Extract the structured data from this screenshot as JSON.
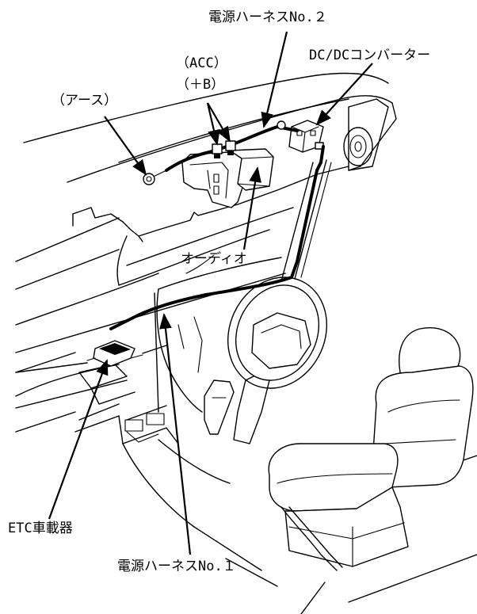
{
  "labels": {
    "harness_no2": "電源ハーネスNo.２",
    "acc": "（ACC）",
    "plus_b": "（＋B）",
    "ground": "（アース）",
    "dcdc": "DC/DCコンバーター",
    "audio": "オーディオ",
    "etc_unit": "ETC車載器",
    "harness_no1": "電源ハーネスNo.１"
  }
}
